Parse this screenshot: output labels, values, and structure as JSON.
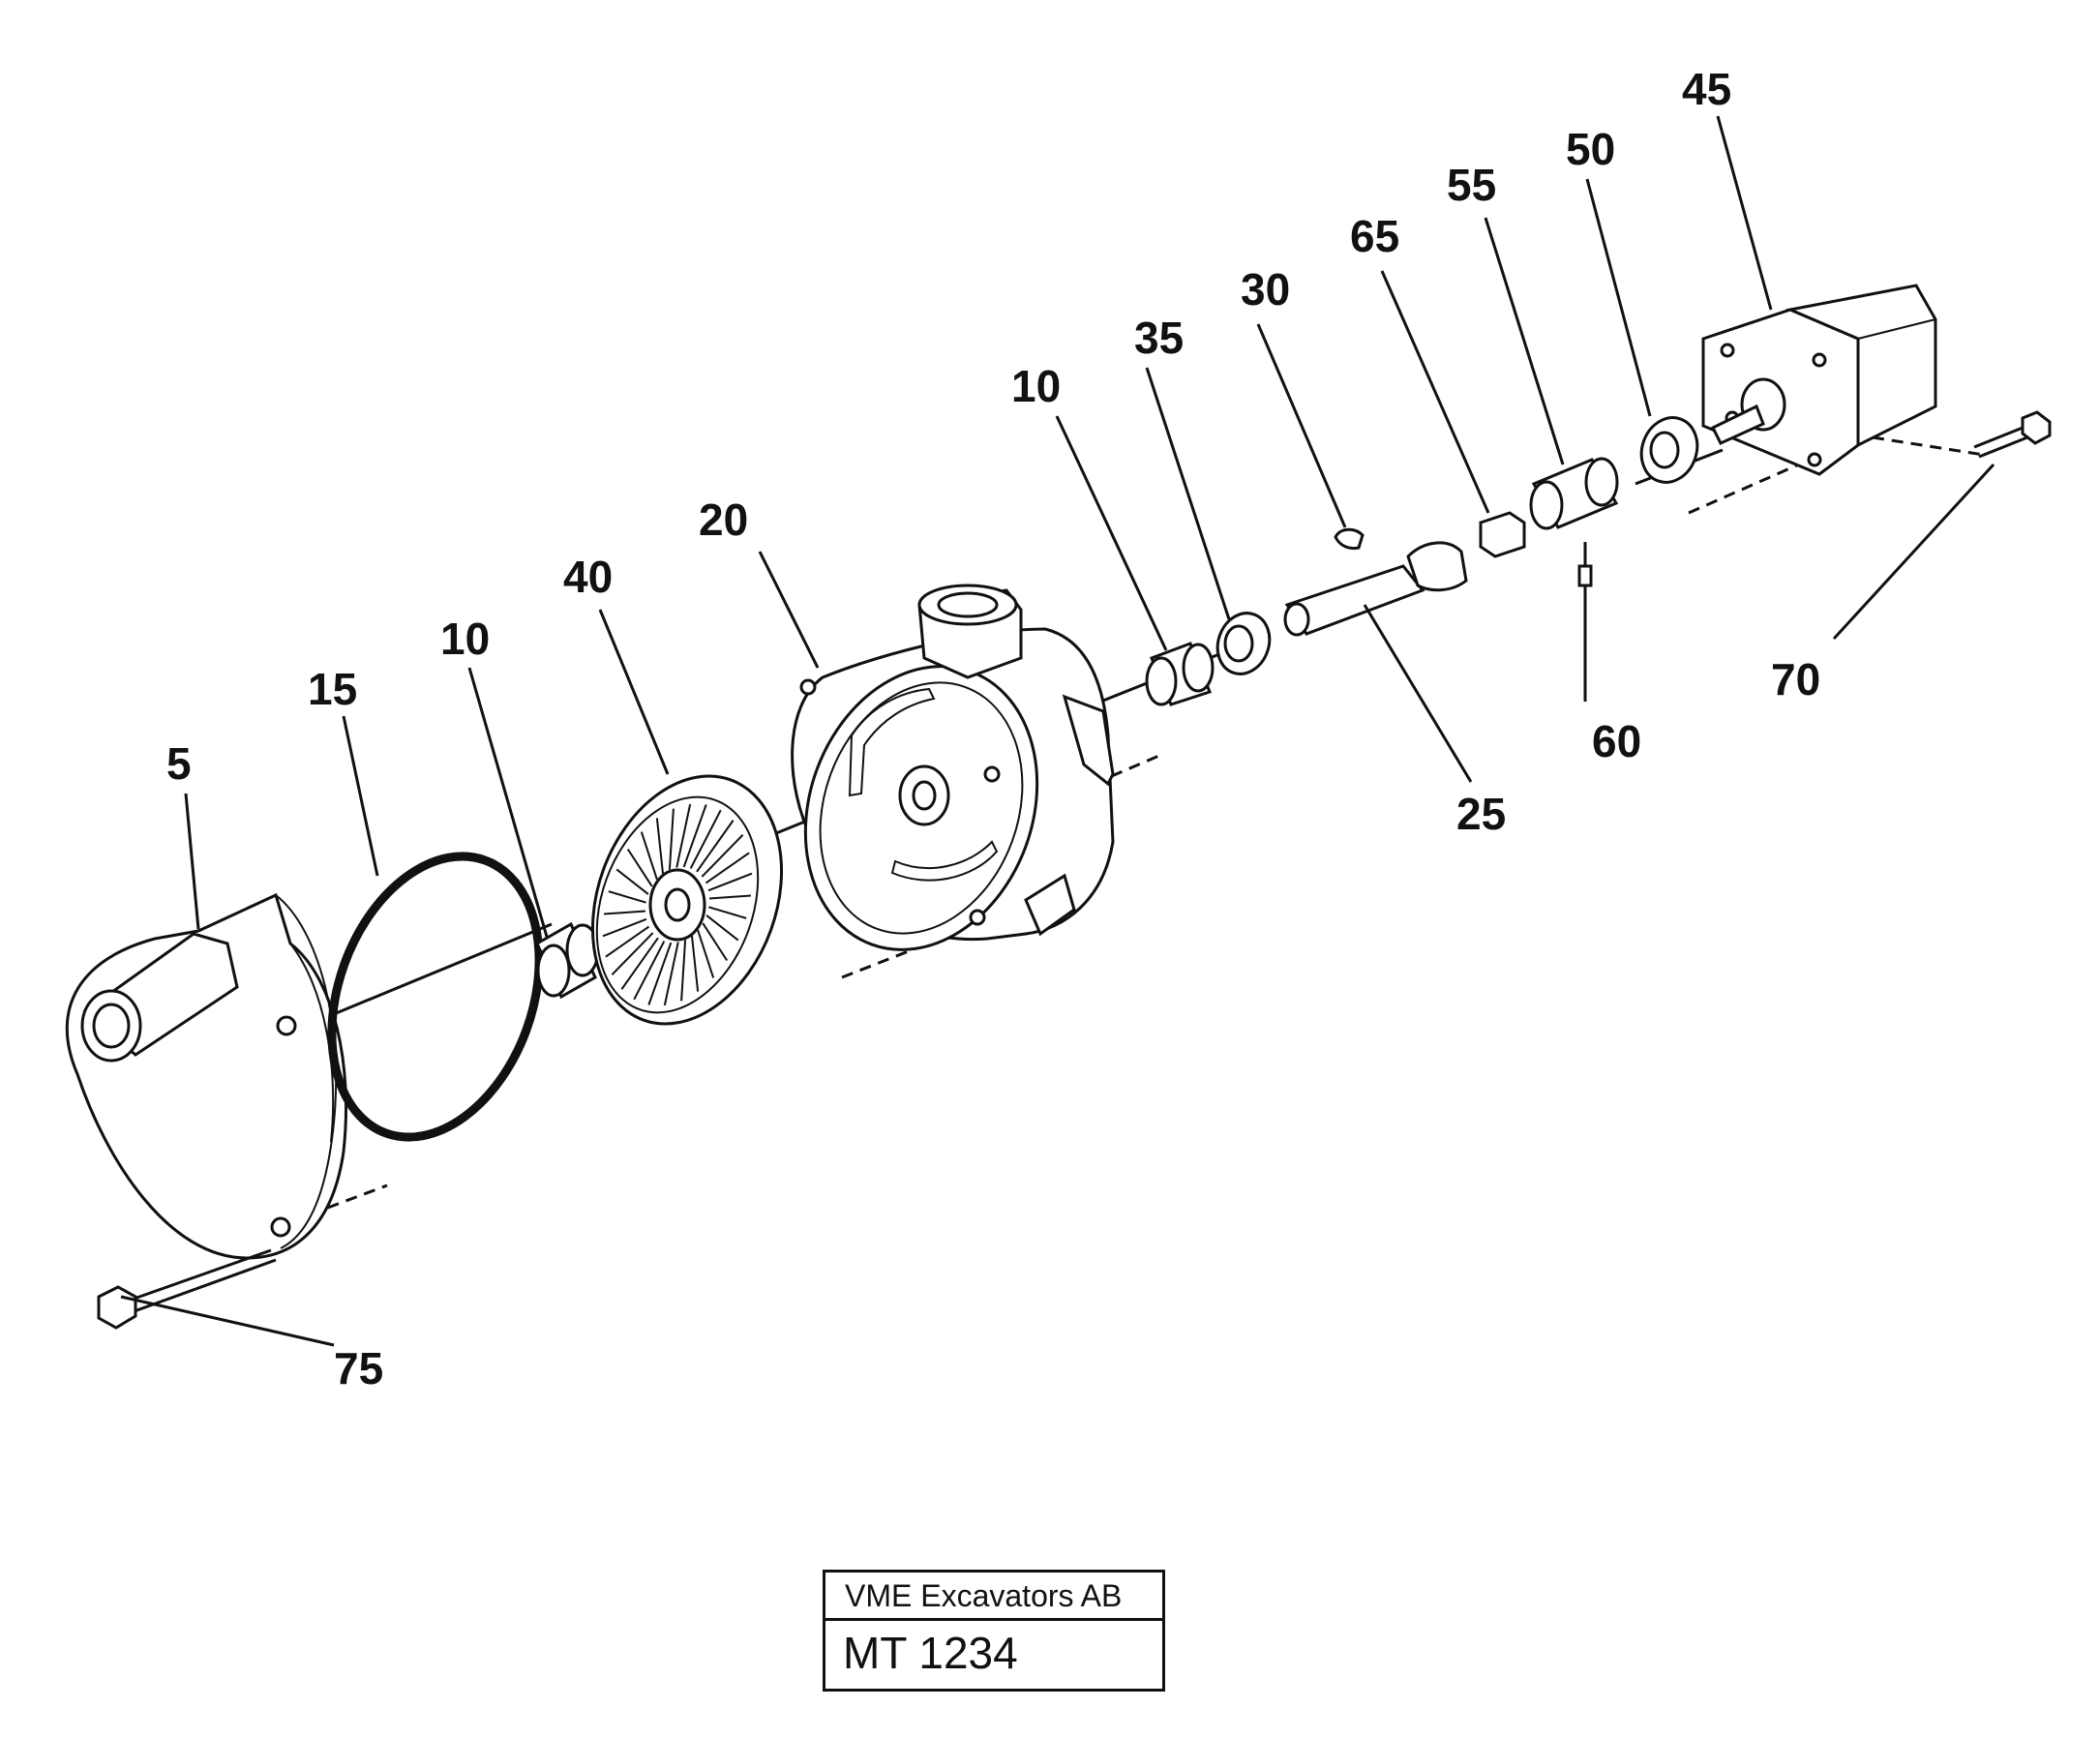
{
  "diagram": {
    "callouts": [
      {
        "key": "p5",
        "label": "5"
      },
      {
        "key": "p15",
        "label": "15"
      },
      {
        "key": "p10a",
        "label": "10"
      },
      {
        "key": "p40",
        "label": "40"
      },
      {
        "key": "p20",
        "label": "20"
      },
      {
        "key": "p10b",
        "label": "10"
      },
      {
        "key": "p35",
        "label": "35"
      },
      {
        "key": "p30",
        "label": "30"
      },
      {
        "key": "p65",
        "label": "65"
      },
      {
        "key": "p55",
        "label": "55"
      },
      {
        "key": "p50",
        "label": "50"
      },
      {
        "key": "p45",
        "label": "45"
      },
      {
        "key": "p70",
        "label": "70"
      },
      {
        "key": "p60",
        "label": "60"
      },
      {
        "key": "p25",
        "label": "25"
      },
      {
        "key": "p75",
        "label": "75"
      }
    ]
  },
  "title_block": {
    "company": "VME Excavators AB",
    "doc_number": "MT 1234"
  }
}
